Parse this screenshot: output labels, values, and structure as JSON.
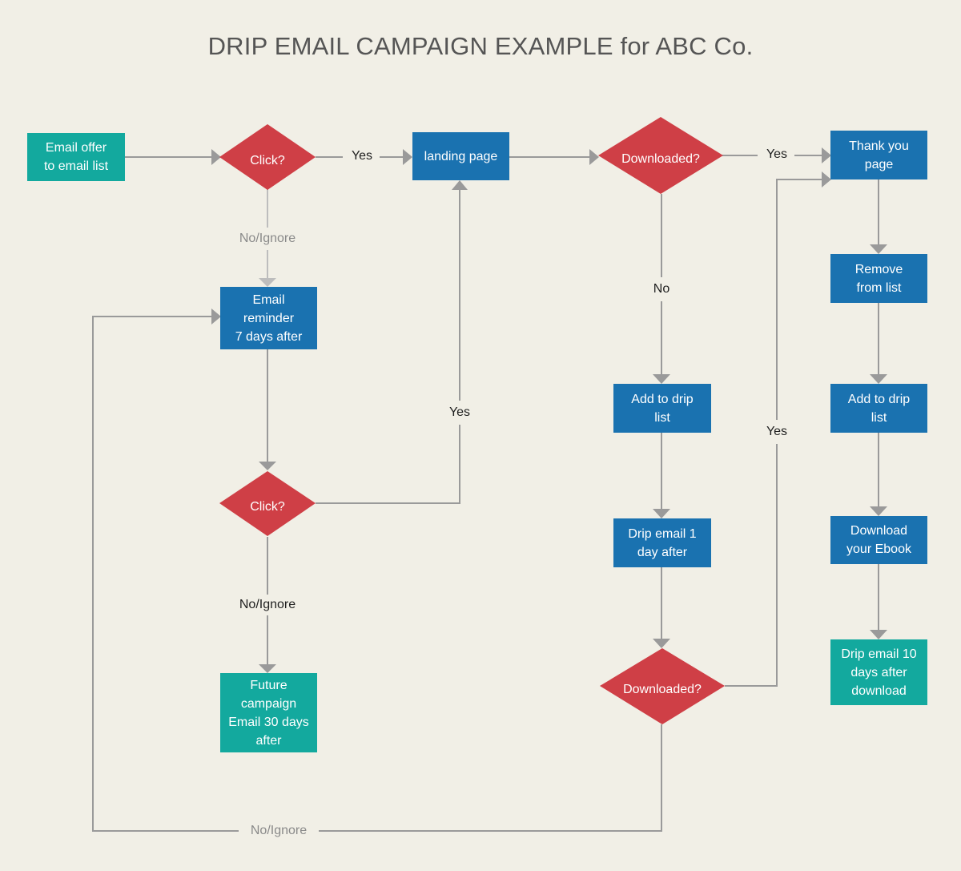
{
  "title": "DRIP EMAIL CAMPAIGN EXAMPLE for ABC Co.",
  "colors": {
    "background": "#f1efe6",
    "process_blue": "#1a72b0",
    "terminal_teal": "#13a99e",
    "decision_red": "#cf3f46",
    "connector": "#9a9a9a"
  },
  "nodes": {
    "email_offer": "Email offer\nto email list",
    "click_1": "Click?",
    "landing_page": "landing page",
    "downloaded_1": "Downloaded?",
    "thank_you": "Thank you\npage",
    "email_reminder": "Email\nreminder\n7 days after",
    "click_2": "Click?",
    "future_campaign": "Future\ncampaign\nEmail 30 days\nafter",
    "add_drip_1": "Add to drip\nlist",
    "drip_email_1": "Drip email 1\nday after",
    "downloaded_2": "Downloaded?",
    "remove_list": "Remove\nfrom list",
    "add_drip_2": "Add to drip\nlist",
    "download_ebook": "Download\nyour Ebook",
    "drip_email_10": "Drip email 10\ndays after\ndownload"
  },
  "edge_labels": {
    "click1_yes": "Yes",
    "click1_no": "No/Ignore",
    "downloaded1_yes": "Yes",
    "downloaded1_no": "No",
    "click2_yes": "Yes",
    "click2_no": "No/Ignore",
    "downloaded2_yes": "Yes",
    "downloaded2_no": "No/Ignore"
  }
}
